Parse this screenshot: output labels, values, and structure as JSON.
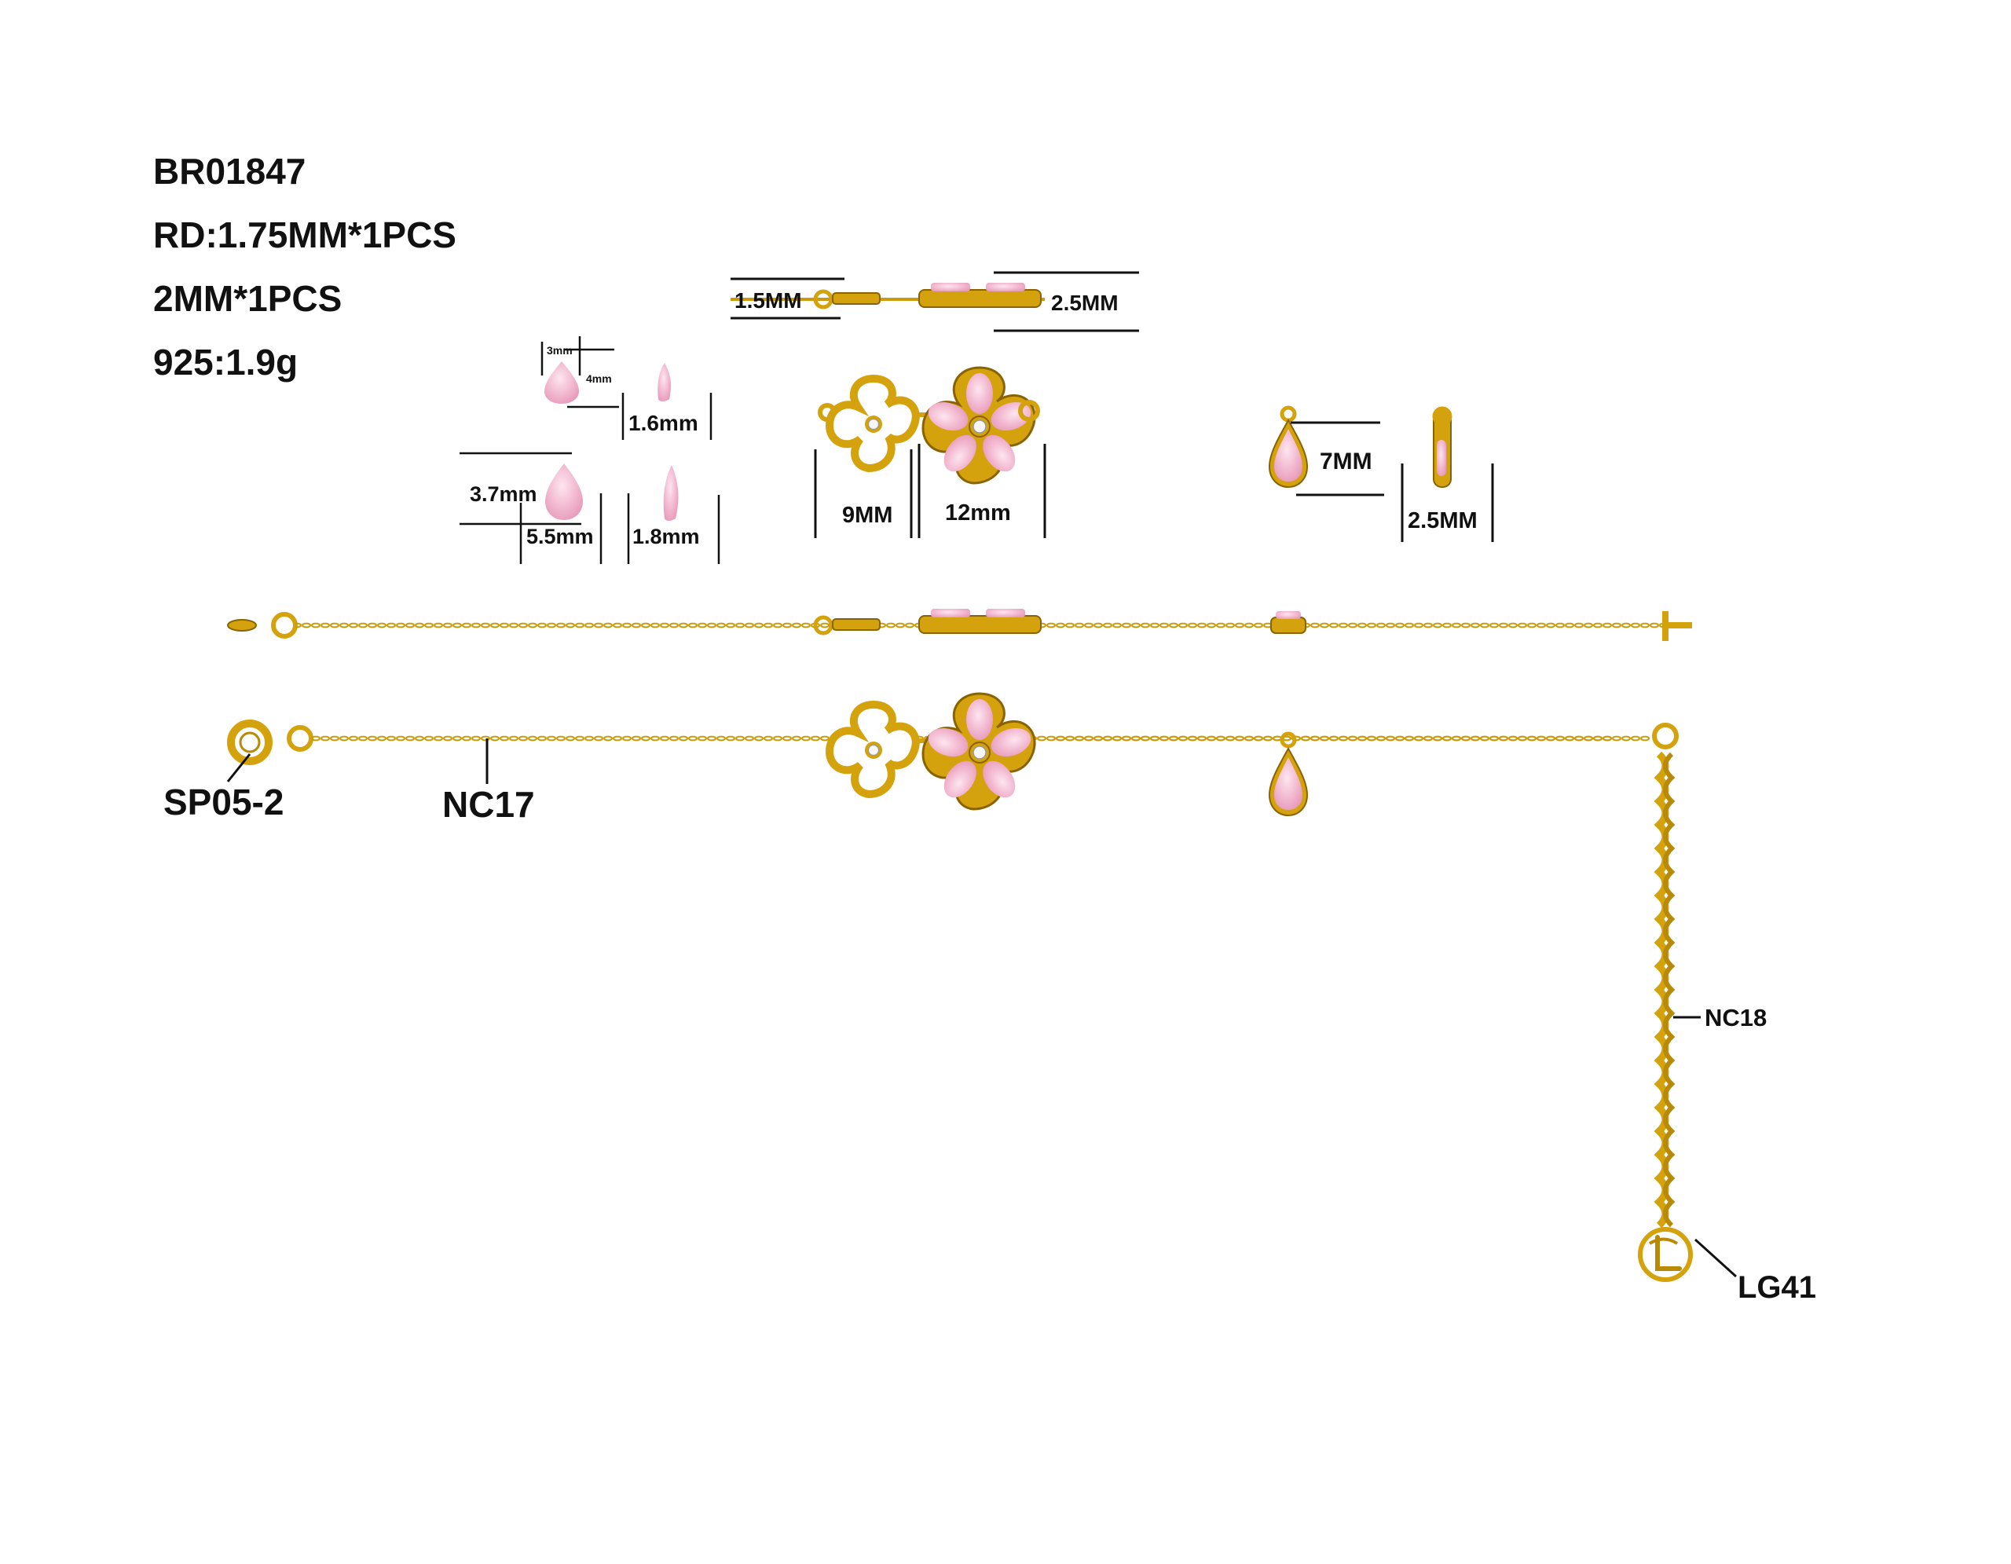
{
  "specs": {
    "code": "BR01847",
    "stone_rd": "RD:1.75MM*1PCS",
    "stone_2": "2MM*1PCS",
    "metal": "925:1.9g"
  },
  "dimensions": {
    "side_thickness_left": "1.5MM",
    "side_thickness_right": "2.5MM",
    "small_pear_w": "3mm",
    "small_pear_h": "4mm",
    "small_pear_depth": "1.6mm",
    "large_pear_w": "3.7mm",
    "large_pear_h": "5.5mm",
    "large_pear_depth": "1.8mm",
    "small_flower": "9MM",
    "large_flower": "12mm",
    "drop_height": "7MM",
    "drop_depth": "2.5MM"
  },
  "parts": {
    "clasp": "SP05-2",
    "chain": "NC17",
    "extender": "NC18",
    "tag": "LG41"
  },
  "colors": {
    "gold": "#d4a20c",
    "gold_dark": "#8a6300",
    "pink": "#f2b8cf"
  }
}
